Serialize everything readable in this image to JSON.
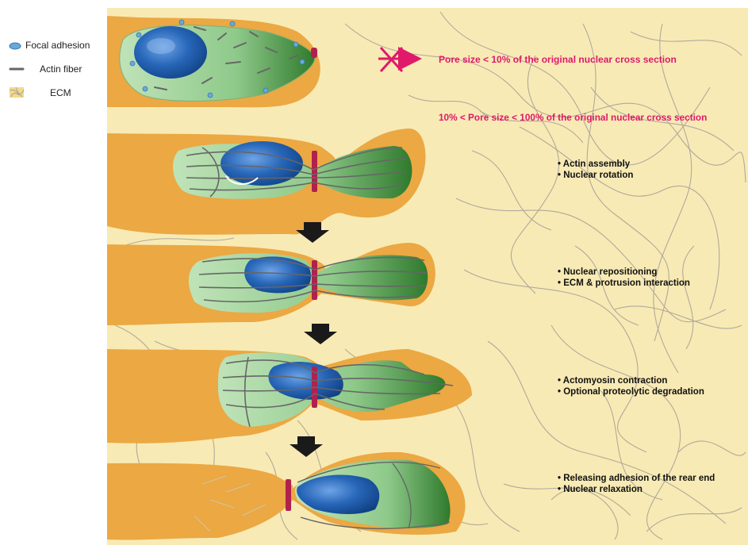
{
  "legend": {
    "focal_adhesion": "Focal adhesion",
    "actin_fiber": "Actin fiber",
    "ecm": "ECM"
  },
  "labels": {
    "pore_small": "Pore size <  10% of the original nuclear cross section",
    "pore_range": "10% < Pore size <  100% of the original nuclear cross section",
    "step1": [
      "• Actin assembly",
      "• Nuclear rotation"
    ],
    "step2": [
      "• Nuclear repositioning",
      "• ECM & protrusion interaction"
    ],
    "step3": [
      "• Actomyosin contraction",
      "• Optional proteolytic degradation"
    ],
    "step4": [
      "• Releasing adhesion of the rear end",
      "• Nuclear relaxation"
    ]
  },
  "colors": {
    "ecm_background": "#f8eab4",
    "ecm_fiber": "#a8a39a",
    "cell_body_orange": "#eba843",
    "cytoplasm_green": "#a8d5a5",
    "cytoplasm_dark_green": "#2f7a2c",
    "nucleus_blue": "#1f5fae",
    "constriction_red": "#b0224d",
    "label_magenta": "#e0196b",
    "focal_adhesion": "#6aa8d8"
  },
  "icons": [
    "cross-arrow-icon",
    "down-arrow-icon"
  ]
}
